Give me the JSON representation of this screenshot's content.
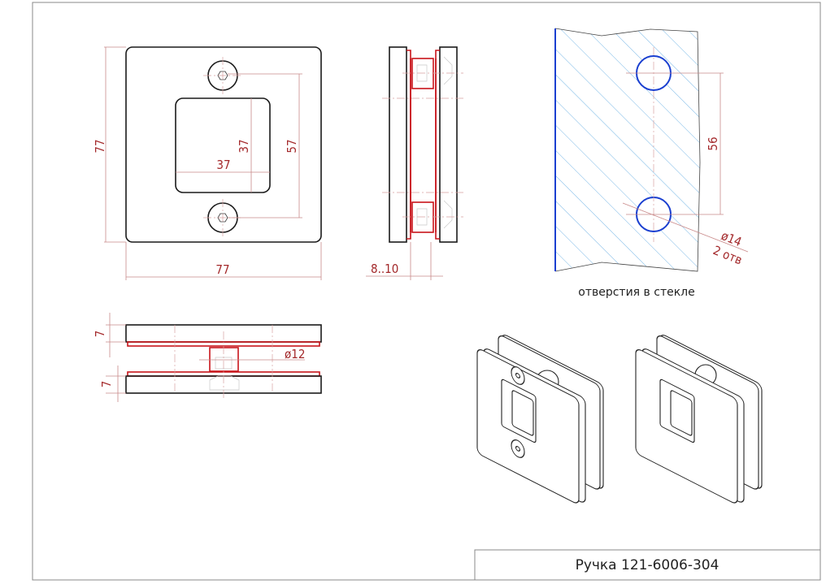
{
  "title_block": {
    "title": "Ручка 121-6006-304"
  },
  "front_view": {
    "plate_width": "77",
    "plate_height": "77",
    "window_width": "37",
    "window_height": "37",
    "screw_spacing": "57"
  },
  "side_view": {
    "glass_thickness": "8..10"
  },
  "top_view": {
    "plate_thickness_top": "7",
    "plate_thickness_bottom": "7",
    "boss_diameter": "ø12"
  },
  "glass_view": {
    "hole_spacing": "56",
    "hole_diameter": "ø14",
    "hole_count": "2 отв",
    "caption": "отверстия в стекле"
  },
  "colors": {
    "dimension": "#a3282a",
    "section": "#c8141a",
    "glass_edge": "#1a3fd0",
    "hatch": "#6aaee0"
  }
}
